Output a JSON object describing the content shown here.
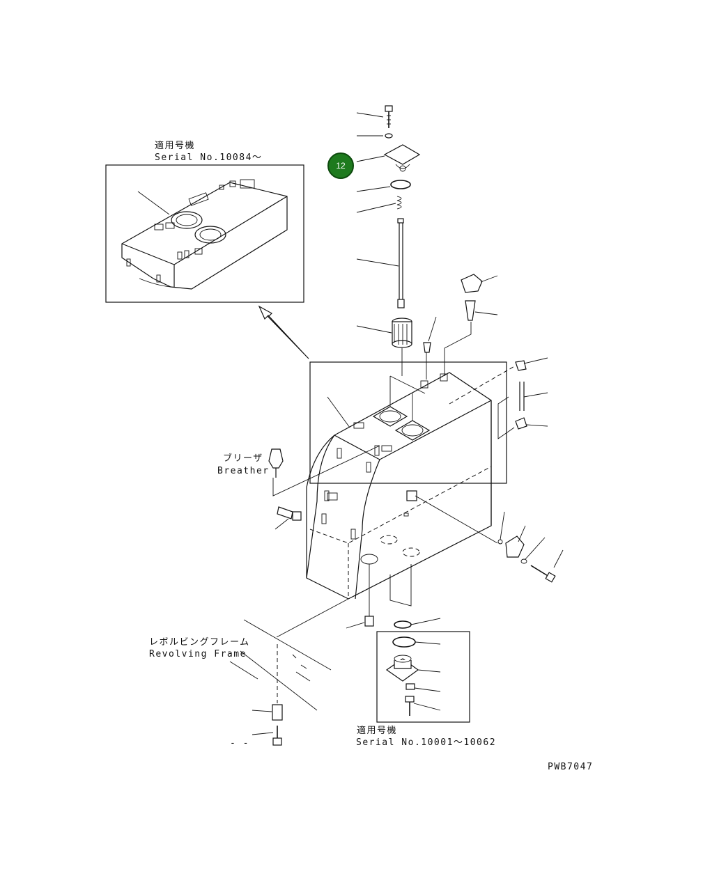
{
  "labels": {
    "inset_top_jp": "適用号機",
    "inset_top_serial": "Serial No.10084〜",
    "breather_jp": "ブリーザ",
    "breather_en": "Breather",
    "frame_jp": "レボルビングフレーム",
    "frame_en": "Revolving Frame",
    "inset_bottom_jp": "適用号機",
    "inset_bottom_serial": "Serial No.10001〜10062",
    "drawing_code": "PWB7047",
    "small_mark": "- -"
  },
  "callouts": [
    {
      "number": "12",
      "color": "#1e7a1e"
    }
  ]
}
